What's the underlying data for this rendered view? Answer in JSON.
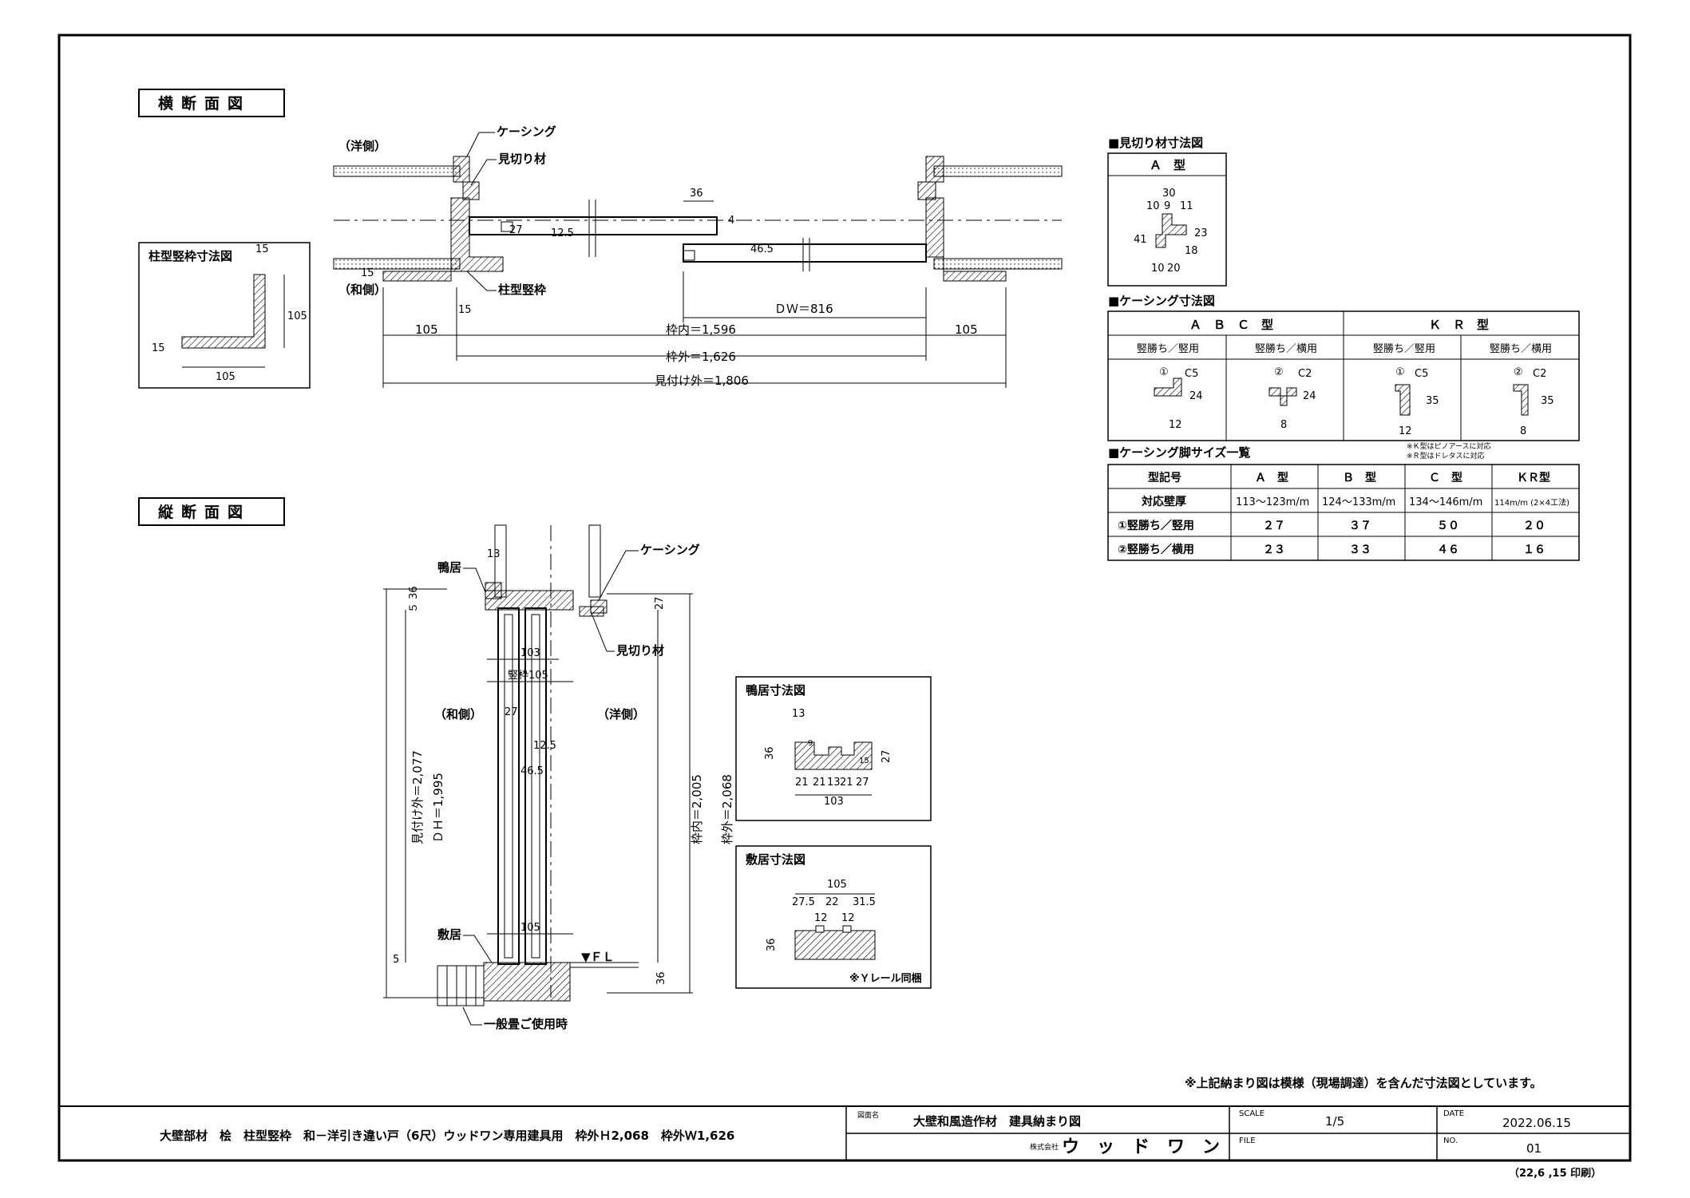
{
  "sections": {
    "plan_title": "横断面図",
    "section_title": "縦断面図"
  },
  "plan": {
    "yogawa": "（洋側）",
    "wagawa": "（和側）",
    "casing": "ケーシング",
    "mikiri": "見切り材",
    "hashira": "柱型竪枠",
    "d36": "36",
    "d4": "4",
    "d27": "27",
    "d12_5": "12.5",
    "d46_5": "46.5",
    "d15": "15",
    "d15b": "15",
    "dw": "ＤＷ＝816",
    "d105l": "105",
    "d105r": "105",
    "wakuuchi": "枠内＝1,596",
    "wakusoto": "枠外＝1,626",
    "mitsukesoto": "見付け外＝1,806"
  },
  "hashira_box": {
    "title": "柱型竪枠寸法図",
    "d15top": "15",
    "d105v": "105",
    "d15left": "15",
    "d105h": "105"
  },
  "mikiri_box": {
    "heading": "■見切り材寸法図",
    "type": "Ａ　型",
    "d30": "30",
    "d10": "10",
    "d9": "9",
    "d11": "11",
    "d41": "41",
    "d23": "23",
    "d18": "18",
    "d10b": "10",
    "d20": "20"
  },
  "casing_table": {
    "heading": "■ケーシング寸法図",
    "abc": "Ａ　Ｂ　Ｃ　型",
    "kr": "Ｋ　Ｒ　型",
    "col1": "竪勝ち／竪用",
    "col2": "竪勝ち／横用",
    "col3": "竪勝ち／竪用",
    "col4": "竪勝ち／横用",
    "p1_mark": "①",
    "p1_c": "C5",
    "p1_h": "24",
    "p1_w": "12",
    "p2_mark": "②",
    "p2_c": "C2",
    "p2_h": "24",
    "p2_w": "8",
    "p3_mark": "①",
    "p3_c": "C5",
    "p3_h": "35",
    "p3_w": "12",
    "p4_mark": "②",
    "p4_c": "C2",
    "p4_h": "35",
    "p4_w": "8"
  },
  "size_table": {
    "heading": "■ケーシング脚サイズ一覧",
    "note1": "※Ｋ型はピノアースに対応",
    "note2": "※Ｒ型はドレタスに対応",
    "headers": [
      "型記号",
      "Ａ　型",
      "Ｂ　型",
      "Ｃ　型",
      "ＫＲ型"
    ],
    "rows": [
      [
        "対応壁厚",
        "113～123m/m",
        "124～133m/m",
        "134～146m/m",
        "114m/m (2×4工法)"
      ],
      [
        "①竪勝ち／竪用",
        "２７",
        "３７",
        "５０",
        "２０"
      ],
      [
        "②竪勝ち／横用",
        "２３",
        "３３",
        "４６",
        "１６"
      ]
    ]
  },
  "vsection": {
    "kamoi": "鴨居",
    "casing": "ケーシング",
    "mikiri": "見切り材",
    "wagawa": "（和側）",
    "yogawa": "（洋側）",
    "d13": "13",
    "d5_36": "５ 36",
    "d27top": "27",
    "d103": "103",
    "tatewaku": "竪枠105",
    "d27": "27",
    "d12_5": "12.5",
    "d46_5": "46.5",
    "mitsuke": "見付け外＝2,077",
    "dh": "ＤＨ＝1,995",
    "wakuuchi": "枠内＝2,005",
    "wakusoto": "枠外＝2,068",
    "d105": "105",
    "shikii": "敷居",
    "fl": "▼ＦＬ",
    "d5": "5",
    "d36b": "36",
    "ippan": "一般畳ご使用時"
  },
  "kamoi_box": {
    "title": "鴨居寸法図",
    "d13": "13",
    "d9": "9",
    "d36": "36",
    "d15": "15",
    "d27": "27",
    "dims": [
      "21",
      "21",
      "13",
      "21",
      "27"
    ],
    "d103": "103"
  },
  "shikii_box": {
    "title": "敷居寸法図",
    "d105": "105",
    "d27_5": "27.5",
    "d22": "22",
    "d31_5": "31.5",
    "d12a": "12",
    "d12b": "12",
    "d36": "36",
    "note": "※Ｙレール同梱"
  },
  "footer": {
    "note": "※上記納まり図は模様（現場調達）を含んだ寸法図としています。",
    "description": "大壁部材　桧　柱型竪枠　和－洋引き違い戸（6尺）ウッドワン専用建具用　枠外Ｈ2,068　枠外Ｗ1,626",
    "drawing_name_label": "図面名",
    "drawing_name": "大壁和風造作材　建具納まり図",
    "company_label": "株式会社",
    "company": "ウ　ッ　ド　ワ　ン",
    "scale_label": "SCALE",
    "scale": "1/5",
    "file_label": "FILE",
    "date_label": "DATE",
    "date": "2022.06.15",
    "no_label": "NO.",
    "no": "01",
    "printed": "（22,6 ,15 印刷）"
  }
}
